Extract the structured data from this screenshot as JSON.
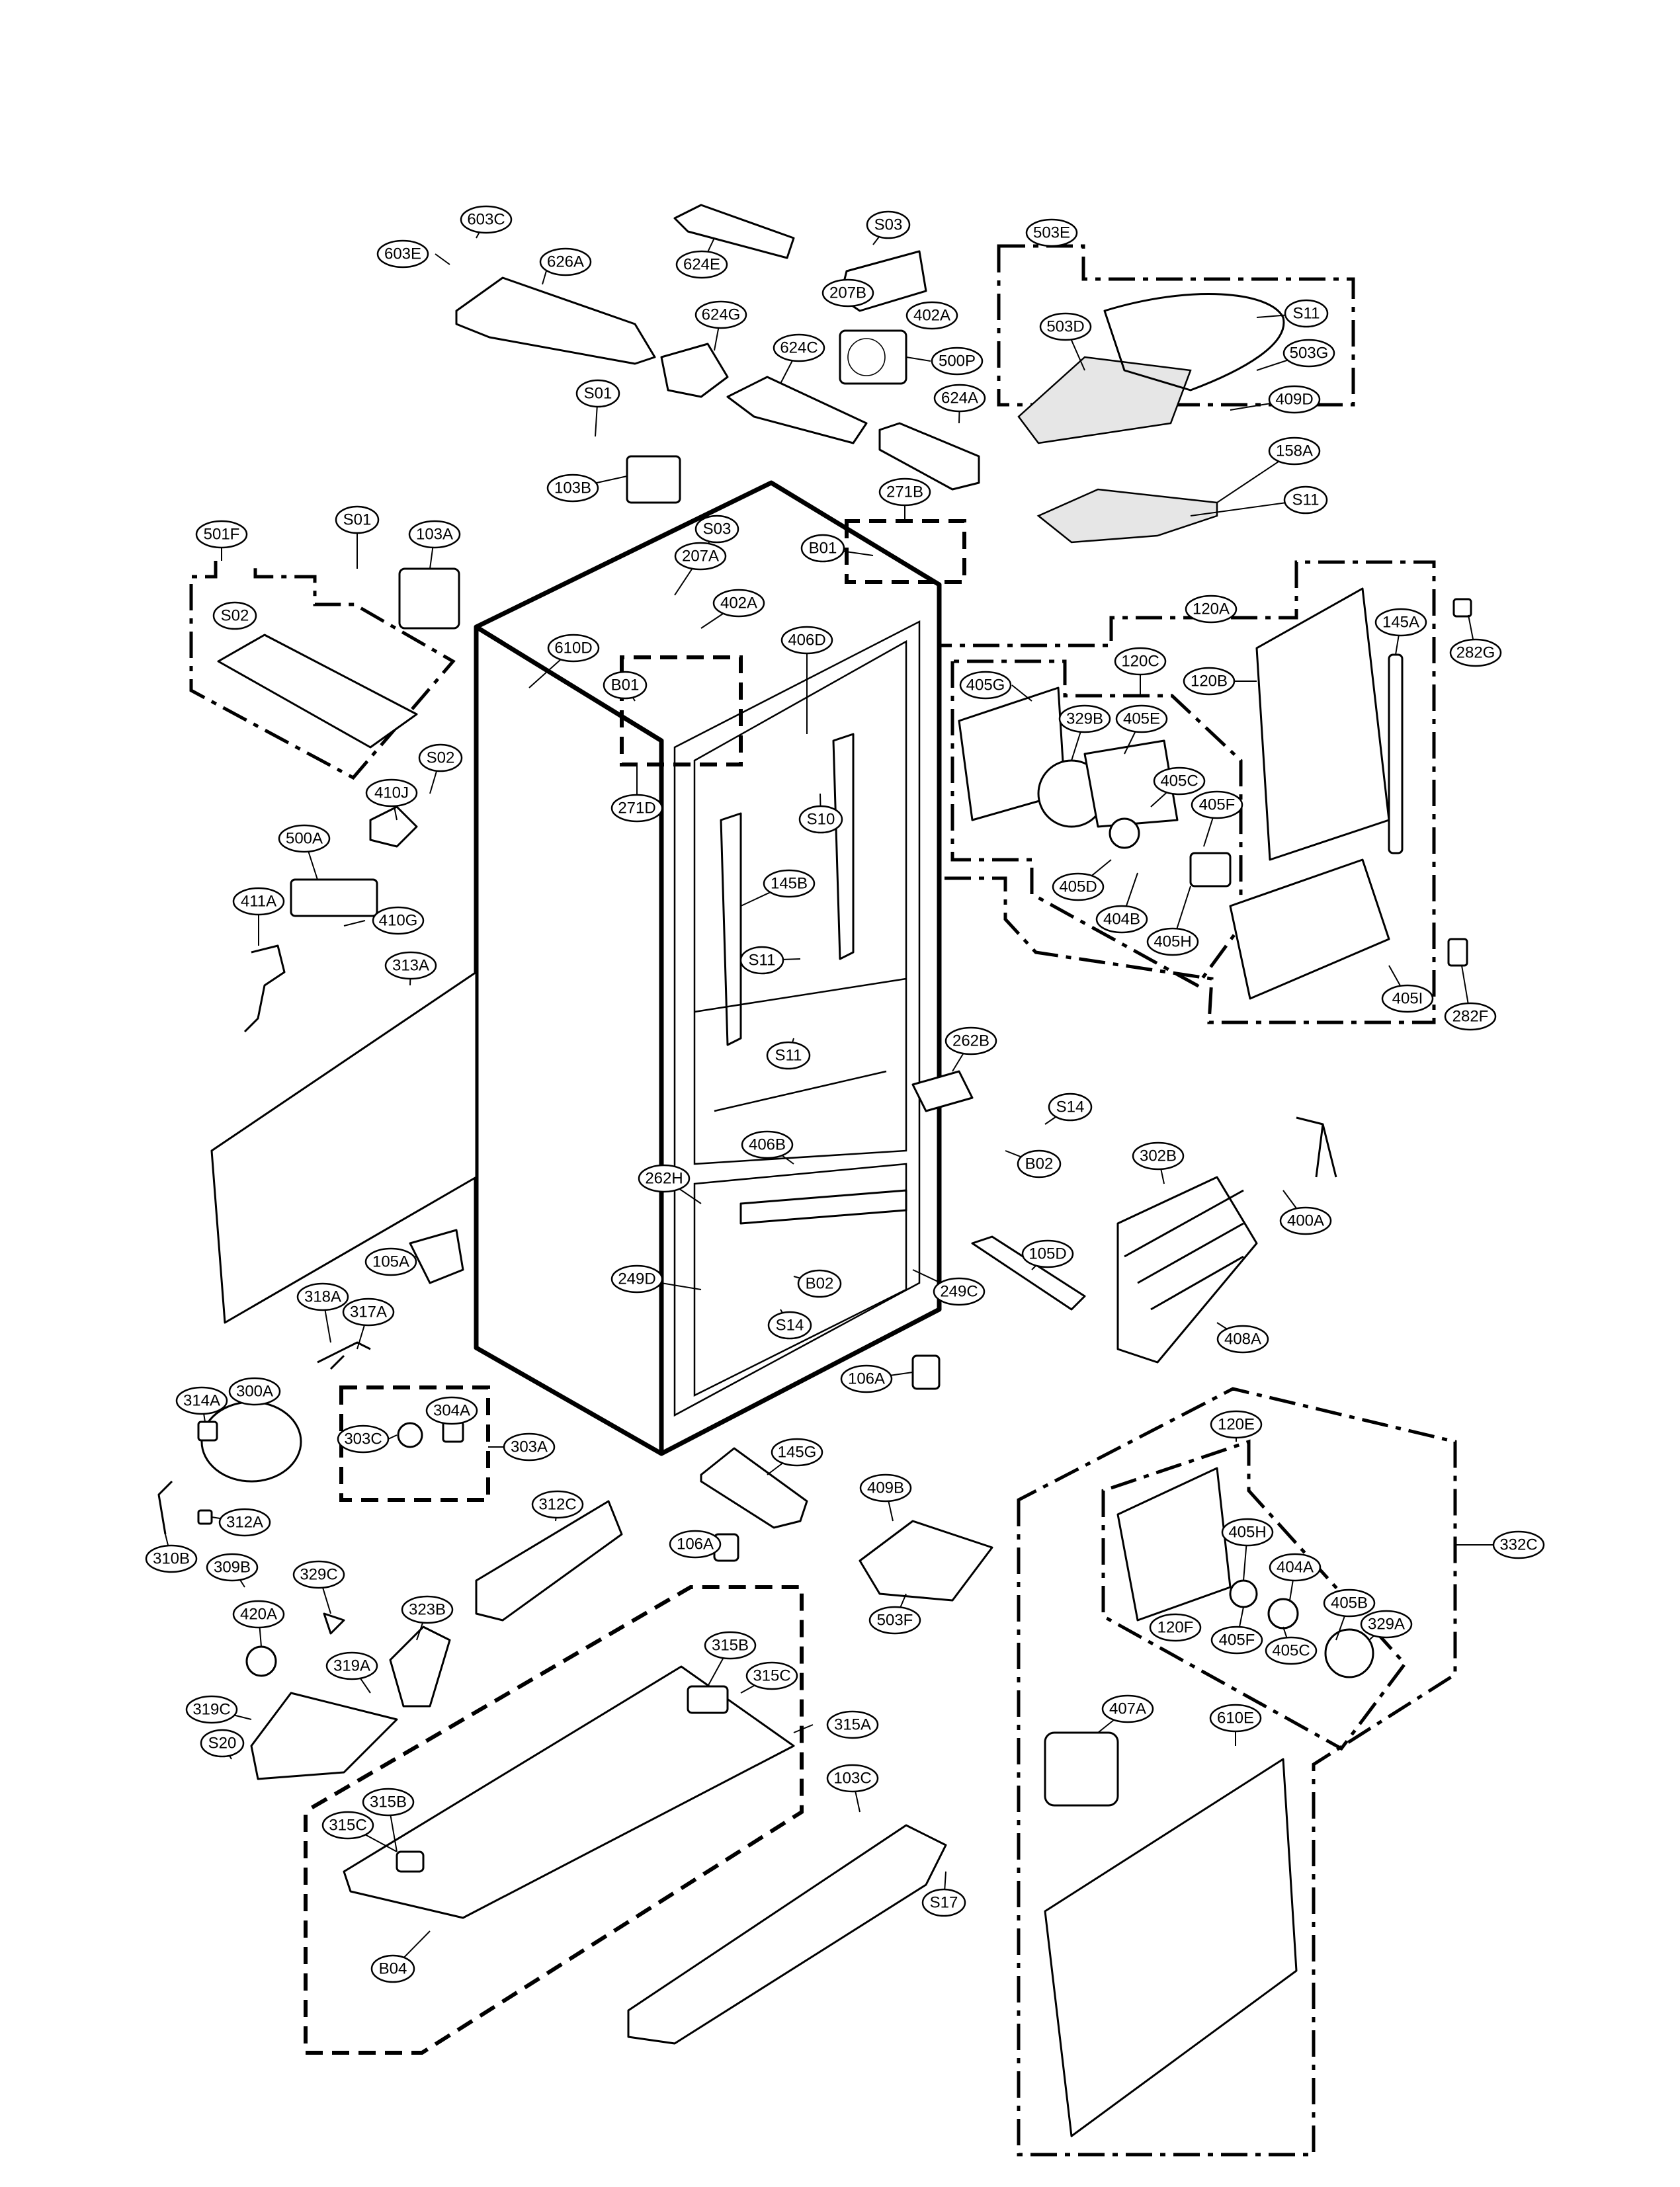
{
  "diagram": {
    "labels": [
      {
        "id": "603C",
        "text": "603C"
      },
      {
        "id": "603E",
        "text": "603E"
      },
      {
        "id": "626A",
        "text": "626A"
      },
      {
        "id": "624E",
        "text": "624E"
      },
      {
        "id": "S03a",
        "text": "S03"
      },
      {
        "id": "207Ba",
        "text": "207B"
      },
      {
        "id": "402Aa",
        "text": "402A"
      },
      {
        "id": "624G",
        "text": "624G"
      },
      {
        "id": "624C",
        "text": "624C"
      },
      {
        "id": "500P",
        "text": "500P"
      },
      {
        "id": "624A",
        "text": "624A"
      },
      {
        "id": "S01a",
        "text": "S01"
      },
      {
        "id": "103B",
        "text": "103B"
      },
      {
        "id": "503E",
        "text": "503E"
      },
      {
        "id": "503D",
        "text": "503D"
      },
      {
        "id": "S11a",
        "text": "S11"
      },
      {
        "id": "503G",
        "text": "503G"
      },
      {
        "id": "409D",
        "text": "409D"
      },
      {
        "id": "158A",
        "text": "158A"
      },
      {
        "id": "S11b",
        "text": "S11"
      },
      {
        "id": "271Ba",
        "text": "271B"
      },
      {
        "id": "B01a",
        "text": "B01"
      },
      {
        "id": "501F",
        "text": "501F"
      },
      {
        "id": "S01b",
        "text": "S01"
      },
      {
        "id": "103A",
        "text": "103A"
      },
      {
        "id": "S03b",
        "text": "S03"
      },
      {
        "id": "207A",
        "text": "207A"
      },
      {
        "id": "402Ab",
        "text": "402A"
      },
      {
        "id": "120A",
        "text": "120A"
      },
      {
        "id": "282G",
        "text": "282G"
      },
      {
        "id": "S02a",
        "text": "S02"
      },
      {
        "id": "610D",
        "text": "610D"
      },
      {
        "id": "406D",
        "text": "406D"
      },
      {
        "id": "120C",
        "text": "120C"
      },
      {
        "id": "145A",
        "text": "145A"
      },
      {
        "id": "120B",
        "text": "120B"
      },
      {
        "id": "B01b",
        "text": "B01"
      },
      {
        "id": "405G",
        "text": "405G"
      },
      {
        "id": "329B",
        "text": "329B"
      },
      {
        "id": "405E",
        "text": "405E"
      },
      {
        "id": "S02b",
        "text": "S02"
      },
      {
        "id": "410J",
        "text": "410J"
      },
      {
        "id": "271D",
        "text": "271D"
      },
      {
        "id": "S10",
        "text": "S10"
      },
      {
        "id": "405C",
        "text": "405C"
      },
      {
        "id": "405F",
        "text": "405F"
      },
      {
        "id": "500A",
        "text": "500A"
      },
      {
        "id": "411A",
        "text": "411A"
      },
      {
        "id": "410G",
        "text": "410G"
      },
      {
        "id": "145B",
        "text": "145B"
      },
      {
        "id": "405D",
        "text": "405D"
      },
      {
        "id": "404B",
        "text": "404B"
      },
      {
        "id": "405H",
        "text": "405H"
      },
      {
        "id": "S11c",
        "text": "S11"
      },
      {
        "id": "313A",
        "text": "313A"
      },
      {
        "id": "405I",
        "text": "405I"
      },
      {
        "id": "282F",
        "text": "282F"
      },
      {
        "id": "S11d",
        "text": "S11"
      },
      {
        "id": "262B",
        "text": "262B"
      },
      {
        "id": "S14a",
        "text": "S14"
      },
      {
        "id": "B02a",
        "text": "B02"
      },
      {
        "id": "302B",
        "text": "302B"
      },
      {
        "id": "406B",
        "text": "406B"
      },
      {
        "id": "262H",
        "text": "262H"
      },
      {
        "id": "400A",
        "text": "400A"
      },
      {
        "id": "105A",
        "text": "105A"
      },
      {
        "id": "105D",
        "text": "105D"
      },
      {
        "id": "249D",
        "text": "249D"
      },
      {
        "id": "B02b",
        "text": "B02"
      },
      {
        "id": "249C",
        "text": "249C"
      },
      {
        "id": "318A",
        "text": "318A"
      },
      {
        "id": "317A",
        "text": "317A"
      },
      {
        "id": "S14b",
        "text": "S14"
      },
      {
        "id": "408A",
        "text": "408A"
      },
      {
        "id": "106Aa",
        "text": "106A"
      },
      {
        "id": "314A",
        "text": "314A"
      },
      {
        "id": "300A",
        "text": "300A"
      },
      {
        "id": "304A",
        "text": "304A"
      },
      {
        "id": "303C",
        "text": "303C"
      },
      {
        "id": "303A",
        "text": "303A"
      },
      {
        "id": "120E",
        "text": "120E"
      },
      {
        "id": "145G",
        "text": "145G"
      },
      {
        "id": "312A",
        "text": "312A"
      },
      {
        "id": "312C",
        "text": "312C"
      },
      {
        "id": "409B",
        "text": "409B"
      },
      {
        "id": "405Hb",
        "text": "405H"
      },
      {
        "id": "332C",
        "text": "332C"
      },
      {
        "id": "310B",
        "text": "310B"
      },
      {
        "id": "106Ab",
        "text": "106A"
      },
      {
        "id": "404A",
        "text": "404A"
      },
      {
        "id": "309B",
        "text": "309B"
      },
      {
        "id": "329C",
        "text": "329C"
      },
      {
        "id": "323B",
        "text": "323B"
      },
      {
        "id": "503F",
        "text": "503F"
      },
      {
        "id": "405B",
        "text": "405B"
      },
      {
        "id": "420A",
        "text": "420A"
      },
      {
        "id": "120F",
        "text": "120F"
      },
      {
        "id": "405Fb",
        "text": "405F"
      },
      {
        "id": "329A",
        "text": "329A"
      },
      {
        "id": "405Cb",
        "text": "405C"
      },
      {
        "id": "315Ba",
        "text": "315B"
      },
      {
        "id": "319A",
        "text": "319A"
      },
      {
        "id": "315Ca",
        "text": "315C"
      },
      {
        "id": "319C",
        "text": "319C"
      },
      {
        "id": "407A",
        "text": "407A"
      },
      {
        "id": "315A",
        "text": "315A"
      },
      {
        "id": "S20",
        "text": "S20"
      },
      {
        "id": "610E",
        "text": "610E"
      },
      {
        "id": "103C",
        "text": "103C"
      },
      {
        "id": "315Bb",
        "text": "315B"
      },
      {
        "id": "315Cb",
        "text": "315C"
      },
      {
        "id": "S17",
        "text": "S17"
      },
      {
        "id": "B04",
        "text": "B04"
      }
    ]
  }
}
